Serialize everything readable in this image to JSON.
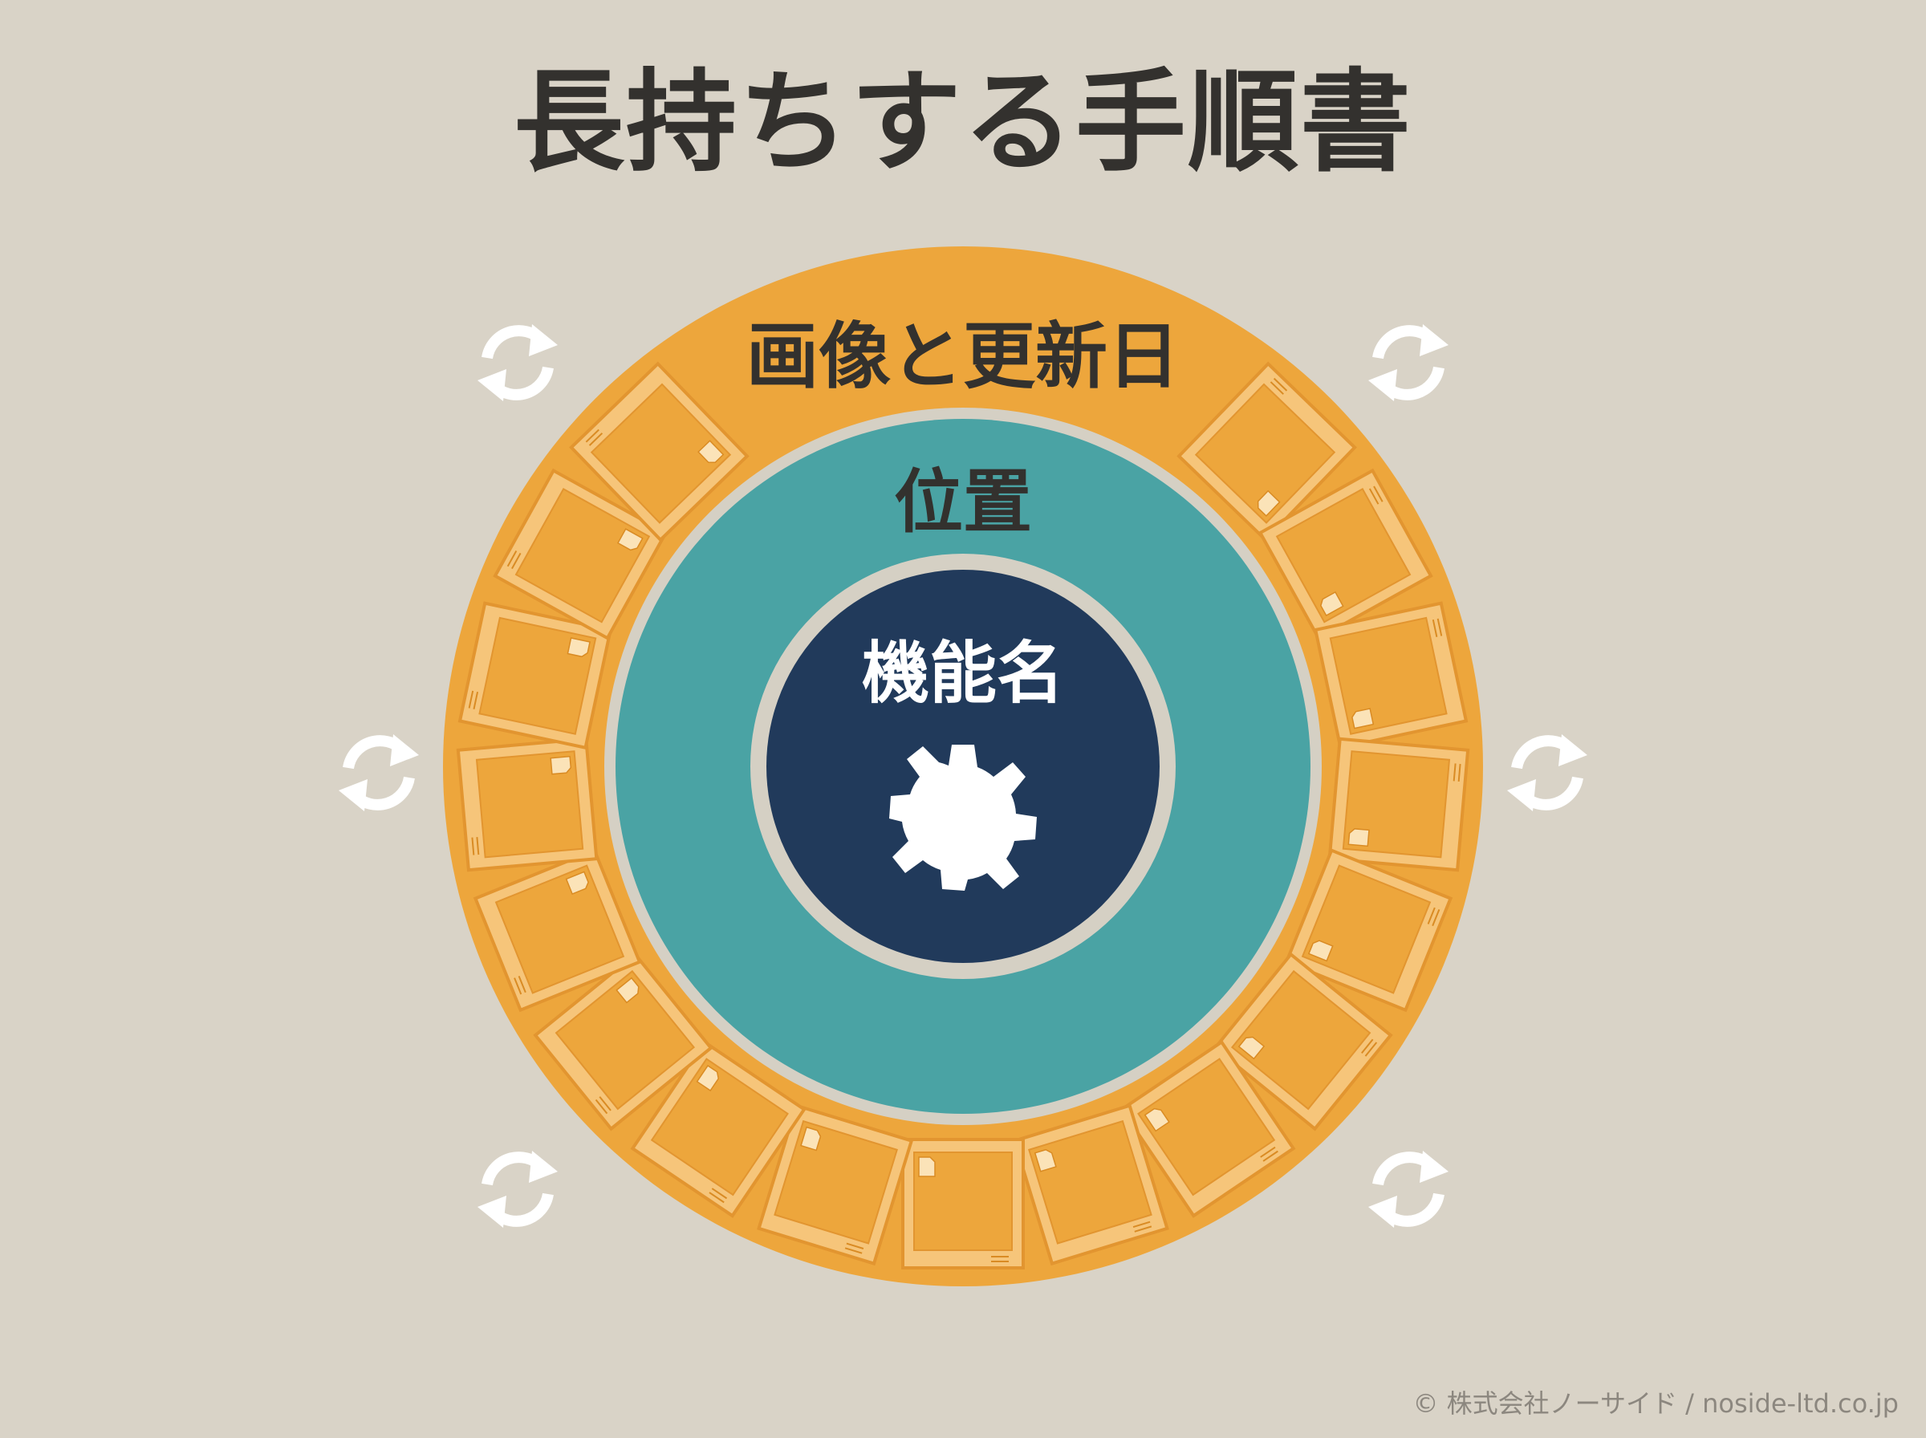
{
  "title": "長持ちする手順書",
  "rings": {
    "outer": {
      "label": "画像と更新日",
      "color": "#eda63c"
    },
    "middle": {
      "label": "位置",
      "color": "#4aa3a4"
    },
    "inner": {
      "label": "機能名",
      "color": "#213a5b"
    }
  },
  "center_icon": "gear-icon",
  "side_icons": "refresh-icon",
  "card_icon": "document-icon",
  "colors": {
    "background": "#d9d3c7",
    "card_fill": "#f2b75d",
    "card_border": "#e59a2f",
    "text_dark": "#33312e",
    "text_light": "#ffffff"
  },
  "credit": "© 株式会社ノーサイド / noside-ltd.co.jp"
}
